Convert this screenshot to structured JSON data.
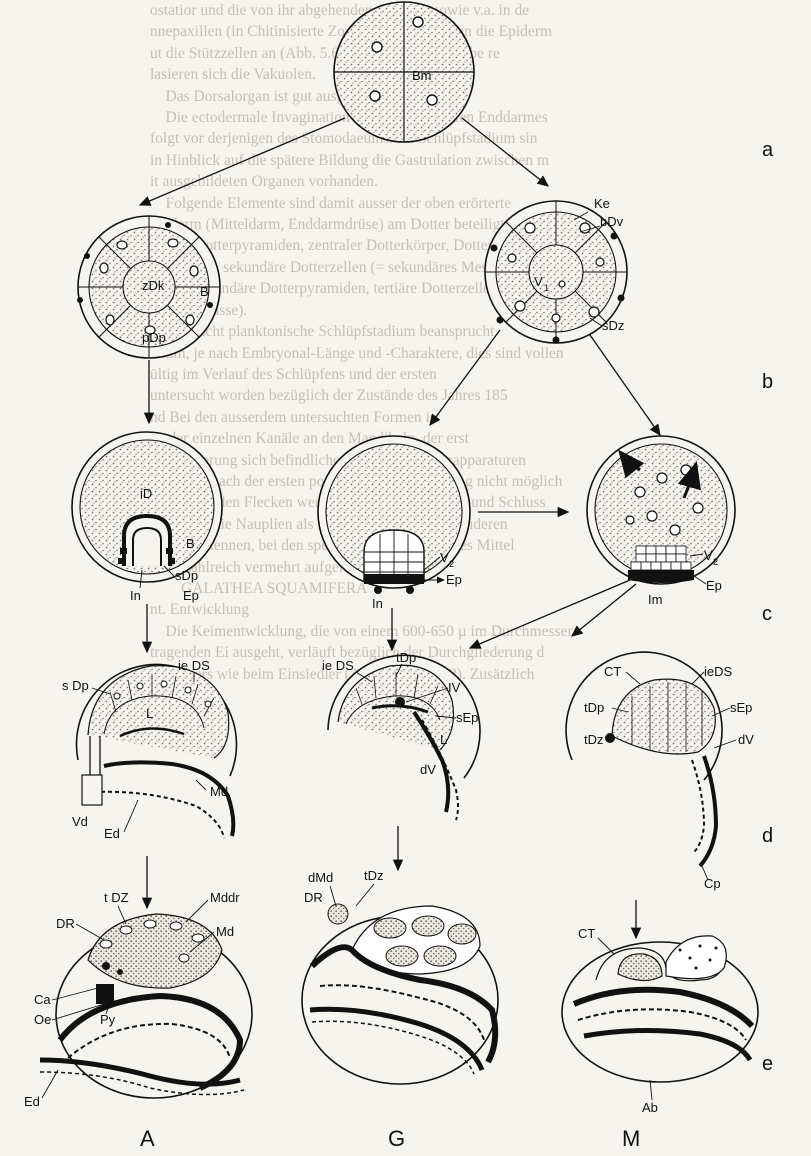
{
  "background_text": [
    "ostatior und die von ihr abgehenden Gefässe, sowie v.a. in de",
    "nnepaxillen (in Chitinisierte Zonen kommen hier an die Epiderm",
    "ut die Stützzellen an (Abb. 5.6). Infolge Dotterabgabe re",
    "lasieren sich die Vakuolen.",
    "",
    "    Das Dorsalorgan ist gut ausgebildet.",
    "",
    "    Die ectodermale Invagination des später gefüllten Enddarmes",
    "folgt vor derjenigen des Stomodaeums. Im Schlüpfstadium sin",
    "in Hinblick auf die spätere Bildung die Gastrulation zwischen m",
    "it ausgebildeten Organen vorhanden.",
    "",
    "    Folgende Elemente sind damit ausser der oben erörterte",
    "ntoderm (Mitteldarm, Enddarmdrüse) am Dotter beteiligt:",
    "rimäre Dotterpyramiden, zentraler Dotterkörper, Dotterma",
    "otterzellen, sekundäre Dotterzellen (= sekundäres Mesoderm",
    "ellen), sekundäre Dotterpyramiden, tertiäre Dotterzellen (",
    "leichen Masse).",
    "",
    "    Das nicht planktonische Schlüpfstadium beansprucht",
    "0 mm, je nach Embryonal-Länge und -Charaktere, dies sind vollen",
    "ültig im Verlauf des Schlüpfens und der ersten",
    "untersucht worden bezüglich der Zustände des Jahres 185",
    "nd Bei den ausserdem untersuchten Formen ist",
    "ge der einzelnen Kanäle an den Mandibeln, der erst",
    "ifferenzierung sich befindlichen chitinösen Filterapparaturen",
    "agens bis nach der ersten postembryonalen Häutung nicht möglich",
    "ie leuchtenden Flecken werden nicht unterschieden und Schluss",
    "anen sind die Nauplien als Merkmal dieser Art in anderen",
    "eits zu erkennen, bei den spezialisierten Formen des Mittel",
    "arms zahlreich vermehrt aufgelöst.",
    "",
    "",
    "",
    "",
    "        GALATHEA SQUAMIFERA",
    "",
    "nt. Entwicklung",
    "",
    "",
    "",
    "",
    "    Die Keimentwicklung, die von einem 600-650 µ im Durchmesser",
    "tragenden Ei ausgeht, verläuft bezüglich der Durchgliederung d",
    "rundotters wie beim Einsiedler (Abb. 1 a und b, 2). Zusätzlich"
  ],
  "stage_row_labels": [
    "a",
    "b",
    "c",
    "d",
    "e"
  ],
  "column_labels": [
    "A",
    "G",
    "M"
  ],
  "labels": {
    "a_Bm": "Bm",
    "b_zDk": "zDk",
    "b_B": "B",
    "b_pDp": "pDp",
    "b_Ke": "Ke",
    "b_bDv": "bDv",
    "b_V1": "V",
    "b_V1_sub": "1",
    "b_sDz": "sDz",
    "c_iD": "iD",
    "c_B": "B",
    "c_In": "In",
    "c_sDp": "sDp",
    "c_Ep": "Ep",
    "c2_V2": "V",
    "c2_V2_sub": "2",
    "c2_Ep": "Ep",
    "c2_In": "In",
    "c3_V2": "V",
    "c3_V2_sub": "2",
    "c3_Im": "Im",
    "c3_Ep": "Ep",
    "dA_sDp": "s Dp",
    "dA_ieDS": "ie DS",
    "dA_L": "L",
    "dA_Vd": "Vd",
    "dA_Md": "Md",
    "dA_Ed": "Ed",
    "dG_ieDS": "ie DS",
    "dG_tDp": "tDp",
    "dG_IV": "IV",
    "dG_sEp": "sEp",
    "dG_L": "L",
    "dG_dV": "dV",
    "dM_CT": "CT",
    "dM_ieDS": "ieDS",
    "dM_tDp": "tDp",
    "dM_sEp": "sEp",
    "dM_tDz": "tDz",
    "dM_dV": "dV",
    "dM_Cp": "Cp",
    "eA_tDZ": "t DZ",
    "eA_Mddr": "Mddr",
    "eA_DR": "DR",
    "eA_Md": "Md",
    "eA_Ca": "Ca",
    "eA_Oe": "Oe",
    "eA_Py": "Py",
    "eA_Ed": "Ed",
    "eG_dMd": "dMd",
    "eG_tDz": "tDz",
    "eG_DR": "DR",
    "eM_CT": "CT",
    "eM_Ab": "Ab"
  },
  "colors": {
    "ink": "#111111",
    "stipple": "#8a8680",
    "paper": "#f6f4ef",
    "bg_text": "#c4c0b8"
  }
}
